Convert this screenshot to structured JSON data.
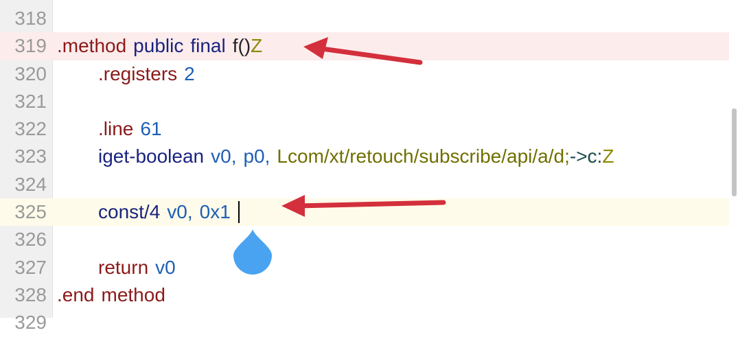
{
  "editor": {
    "lines": [
      {
        "num": "318",
        "tokens": []
      },
      {
        "num": "319",
        "tokens": [
          {
            "text": ".method",
            "cls": "kw"
          },
          {
            "text": "public",
            "cls": "mod"
          },
          {
            "text": "final",
            "cls": "mod"
          },
          {
            "text": "f()",
            "cls": "name",
            "join": true
          },
          {
            "text": "Z",
            "cls": "ret"
          }
        ]
      },
      {
        "num": "320",
        "indent": true,
        "tokens": [
          {
            "text": ".registers",
            "cls": "kw"
          },
          {
            "text": "2",
            "cls": "reg"
          }
        ]
      },
      {
        "num": "321",
        "tokens": []
      },
      {
        "num": "322",
        "indent": true,
        "tokens": [
          {
            "text": ".line",
            "cls": "kw"
          },
          {
            "text": "61",
            "cls": "reg"
          }
        ]
      },
      {
        "num": "323",
        "indent": true,
        "tokens": [
          {
            "text": "iget-boolean",
            "cls": "op"
          },
          {
            "text": "v0,",
            "cls": "reg"
          },
          {
            "text": "p0,",
            "cls": "reg"
          },
          {
            "text": "Lcom/xt/retouch/subscribe/api/a/d;",
            "cls": "typ",
            "join": true
          },
          {
            "text": "->c:",
            "cls": "field",
            "join": true
          },
          {
            "text": "Z",
            "cls": "ret"
          }
        ]
      },
      {
        "num": "324",
        "tokens": []
      },
      {
        "num": "325",
        "indent": true,
        "tokens": [
          {
            "text": "const/4",
            "cls": "op"
          },
          {
            "text": "v0,",
            "cls": "reg"
          },
          {
            "text": "0x1",
            "cls": "reg"
          }
        ]
      },
      {
        "num": "326",
        "tokens": []
      },
      {
        "num": "327",
        "indent": true,
        "tokens": [
          {
            "text": "return",
            "cls": "kw"
          },
          {
            "text": "v0",
            "cls": "reg"
          }
        ]
      },
      {
        "num": "328",
        "tokens": [
          {
            "text": ".end",
            "cls": "kw"
          },
          {
            "text": "method",
            "cls": "kw"
          }
        ]
      },
      {
        "num": "329",
        "tokens": []
      }
    ],
    "highlight_red_line": "319",
    "highlight_yellow_line": "325"
  },
  "colors": {
    "annotation_arrow": "#d32f3c",
    "cursor_handle": "#4aa3f0"
  }
}
